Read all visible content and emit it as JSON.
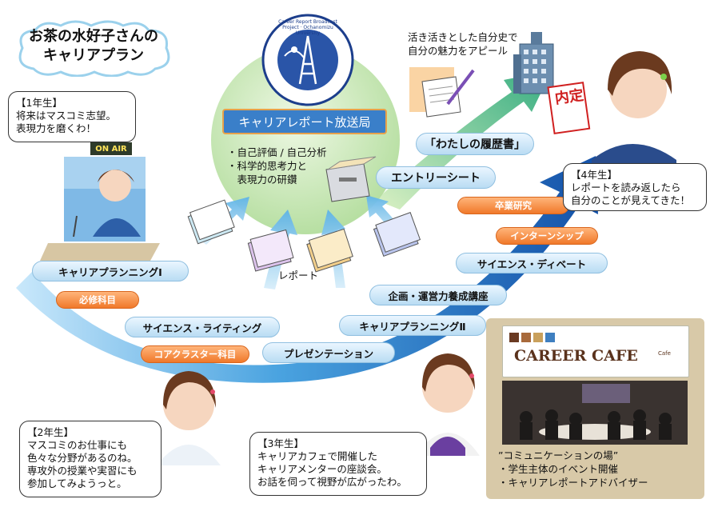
{
  "title": {
    "line1": "お茶の水好子さんの",
    "line2": "キャリアプラン"
  },
  "seal": {
    "text": "Career Report Broadcast Project · Ochanomizu University"
  },
  "station": {
    "label": "キャリアレポート放送局"
  },
  "station_bullets": [
    "・自己評価 / 自己分析",
    "・科学的思考力と",
    "　表現力の研鑽"
  ],
  "history_note": [
    "活き活きとした自分史で",
    "自分の魅力をアピール"
  ],
  "naitei_stamp": "内定",
  "onair_sign": "ON AIR",
  "report_label": "レポート",
  "docs": {
    "rirekisho": "「わたしの履歴書」",
    "entry_sheet": "エントリーシート"
  },
  "speech": {
    "year1": {
      "head": "【1年生】",
      "lines": [
        "将来はマスコミ志望。",
        "表現力を磨くわ！"
      ]
    },
    "year2": {
      "head": "【2年生】",
      "lines": [
        "マスコミのお仕事にも",
        "色々な分野があるのね。",
        "専攻外の授業や実習にも",
        "参加してみようっと。"
      ]
    },
    "year3": {
      "head": "【3年生】",
      "lines": [
        "キャリアカフェで開催した",
        "キャリアメンターの座談会。",
        "お話を伺って視野が広がったわ。"
      ]
    },
    "year4": {
      "head": "【4年生】",
      "lines": [
        "レポートを読み返したら",
        "自分のことが見えてきた！"
      ]
    }
  },
  "labels": {
    "career1": "キャリアプランニングⅠ",
    "required": "必修科目",
    "writing": "サイエンス・ライティング",
    "core": "コアクラスター科目",
    "presentation": "プレゼンテーション",
    "career2": "キャリアプランニングⅡ",
    "planning": "企画・運営力養成講座",
    "debate": "サイエンス・ディベート",
    "internship": "インターンシップ",
    "thesis": "卒業研究"
  },
  "cafe": {
    "sign": "CAREER CAFE",
    "cup": "Cafe",
    "lines": [
      "”コミュニケーションの場”",
      "・学生主体のイベント開催",
      "・キャリアレポートアドバイザー"
    ]
  },
  "colors": {
    "arc_blue": "#1f6fc4",
    "arc_light": "#9fd0f0",
    "arrow_green": "#3ab07a",
    "circle_green": "#c7e8b4",
    "orange": "#f0782a",
    "station_blue": "#3a7fc9"
  }
}
